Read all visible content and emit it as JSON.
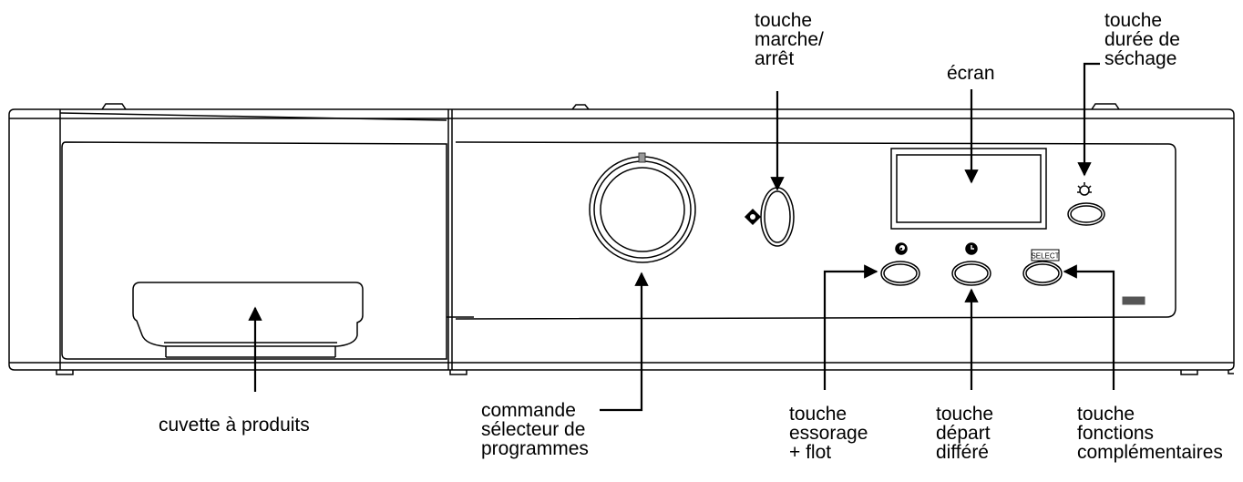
{
  "labels": {
    "power": [
      "touche",
      "marche/",
      "arrêt"
    ],
    "screen": [
      "écran"
    ],
    "dry_time": [
      "touche",
      "durée de",
      "séchage"
    ],
    "detergent": [
      "cuvette à produits"
    ],
    "selector": [
      "commande",
      "sélecteur de",
      "programmes"
    ],
    "spin": [
      "touche",
      "essorage",
      "+ flot"
    ],
    "delay": [
      "touche",
      "départ",
      "différé"
    ],
    "options": [
      "touche",
      "fonctions",
      "complémentaires"
    ]
  },
  "panel": {
    "select_key_text": "SELECT"
  },
  "icons": {
    "power_symbol": "power-icon",
    "dry_time_symbol": "sun-clock-icon",
    "spin_symbol": "spiral-icon",
    "delay_symbol": "clock-icon",
    "program_marker": "marker-icon"
  },
  "colors": {
    "line": "#000000",
    "background": "#ffffff"
  }
}
